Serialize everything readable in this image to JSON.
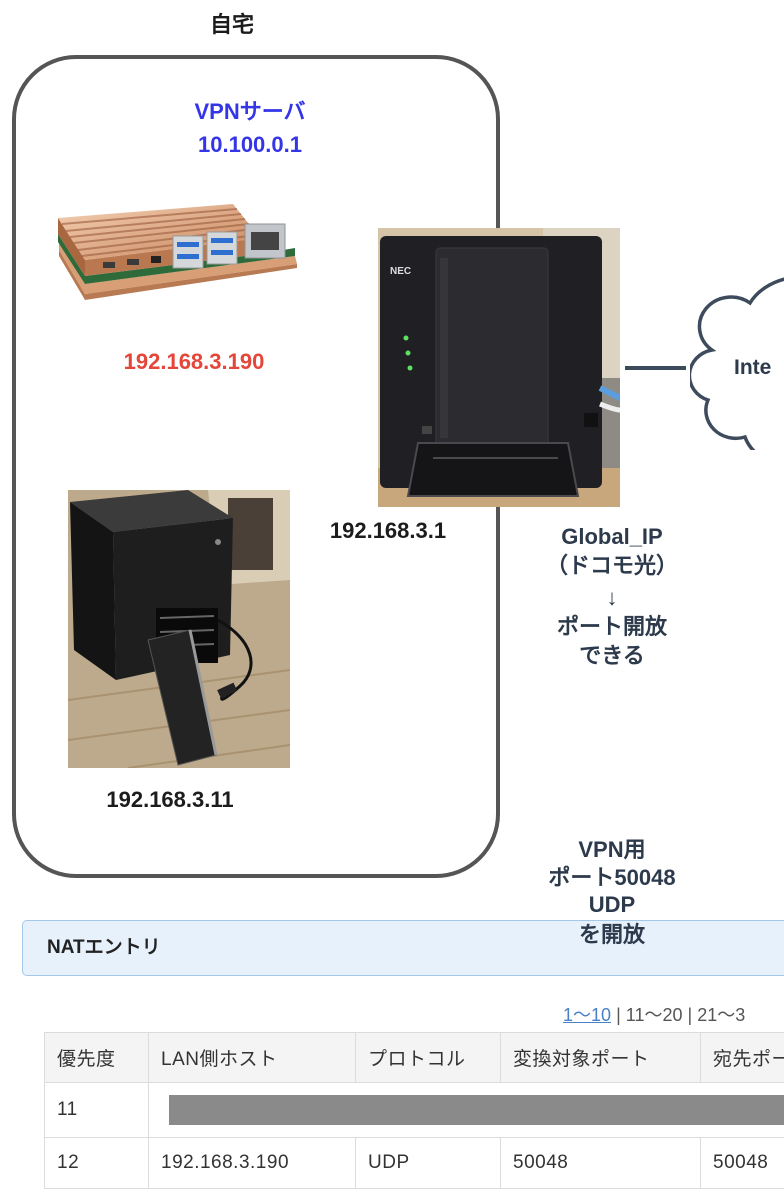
{
  "home": {
    "title": "自宅",
    "vpn_server": {
      "label": "VPNサーバ",
      "ip": "10.100.0.1"
    },
    "raspberry_pi_ip": "192.168.3.190",
    "nas_ip": "192.168.3.11"
  },
  "router": {
    "logo": "NEC",
    "ip": "192.168.3.1",
    "notes": [
      "Global_IP",
      "（ドコモ光）",
      "↓",
      "ポート開放",
      "できる"
    ]
  },
  "internet": {
    "label": "Inte"
  },
  "vpn_port_note": [
    "VPN用",
    "ポート50048",
    "UDP",
    "を開放"
  ],
  "nat": {
    "title": "NATエントリ",
    "pagination": {
      "pages": [
        "1〜10",
        "11〜20",
        "21〜3"
      ],
      "separator": "|"
    },
    "columns": [
      "優先度",
      "LAN側ホスト",
      "プロトコル",
      "変換対象ポート",
      "宛先ポー"
    ],
    "rows": [
      {
        "priority": "11",
        "redacted": true
      },
      {
        "priority": "12",
        "lan_host": "192.168.3.190",
        "protocol": "UDP",
        "target_port": "50048",
        "dest_port": "50048"
      }
    ]
  },
  "colors": {
    "vpn_label": "#3535e8",
    "ip_highlight": "#e5463a",
    "text_dark": "#1c1c1c",
    "annotation": "#2c3a4c",
    "frame": "#555555",
    "connector": "#3b4a5c",
    "nat_header_bg": "#e7f1fb",
    "nat_header_border": "#a3c8ea",
    "table_border": "#dcdcdc",
    "table_header_bg": "#f4f4f4",
    "link": "#4a80c8",
    "redacted": "#8a8a8a"
  }
}
